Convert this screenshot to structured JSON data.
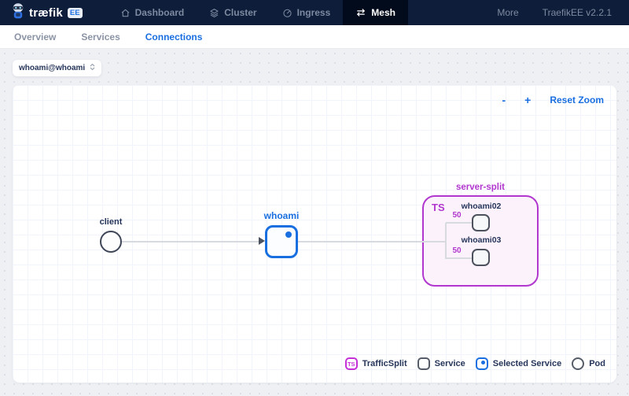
{
  "navbar": {
    "logo": {
      "text": "træfik",
      "badge": "EE"
    },
    "items": [
      {
        "label": "Dashboard",
        "icon": "home-icon",
        "active": false
      },
      {
        "label": "Cluster",
        "icon": "layers-icon",
        "active": false
      },
      {
        "label": "Ingress",
        "icon": "gauge-icon",
        "active": false
      },
      {
        "label": "Mesh",
        "icon": "swap-arrows-icon",
        "active": true
      }
    ],
    "more_label": "More",
    "version_label": "TraefikEE  v2.2.1"
  },
  "tabs": [
    {
      "label": "Overview",
      "active": false
    },
    {
      "label": "Services",
      "active": false
    },
    {
      "label": "Connections",
      "active": true
    }
  ],
  "service_selector": {
    "value": "whoami@whoami"
  },
  "canvas": {
    "controls": {
      "zoom_out": "-",
      "zoom_in": "+",
      "reset_label": "Reset Zoom"
    },
    "graph": {
      "client": {
        "label": "client",
        "type": "pod"
      },
      "service": {
        "label": "whoami",
        "type": "selected-service"
      },
      "traffic_split": {
        "label": "server-split",
        "badge": "TS",
        "targets": [
          {
            "label": "whoami02",
            "weight": "50"
          },
          {
            "label": "whoami03",
            "weight": "50"
          }
        ]
      }
    },
    "legend": {
      "traffic_split": {
        "symbol_text": "TS",
        "label": "TrafficSplit"
      },
      "service": {
        "label": "Service"
      },
      "selected_service": {
        "label": "Selected Service"
      },
      "pod": {
        "label": "Pod"
      }
    }
  },
  "colors": {
    "navbar_bg": "#0d1d3a",
    "navbar_active_bg": "#020b1c",
    "accent_blue": "#1a6fe0",
    "magenta": "#b137ce",
    "text_navy": "#26355a",
    "edge_gray": "#d7dade",
    "page_bg": "#eef0f4"
  }
}
